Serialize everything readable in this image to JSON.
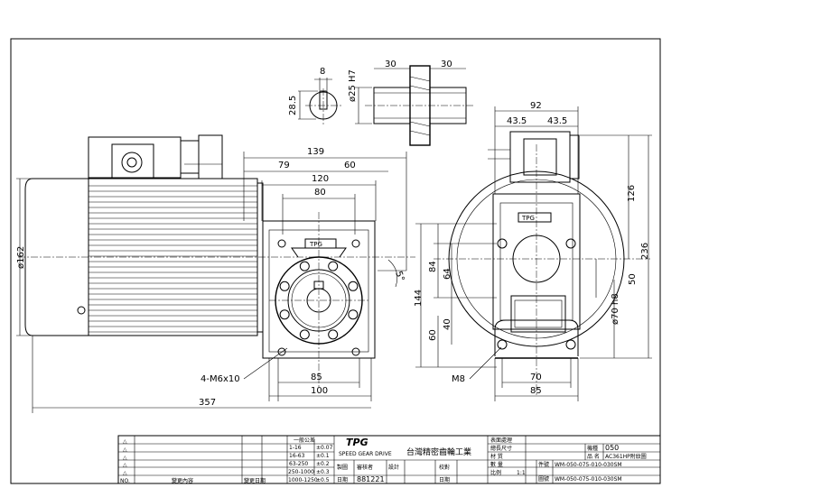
{
  "dimensions": {
    "key_width": "8",
    "key_height": "28.5",
    "bore": "ø25 H7",
    "flange_left": "30",
    "flange_right": "30",
    "overall_139": "139",
    "d79": "79",
    "d60_top": "60",
    "d120": "120",
    "d80": "80",
    "motor_dia": "ø162",
    "angle": "5°",
    "bolt_label": "4-M6x10",
    "d85_front": "85",
    "d100": "100",
    "d357": "357",
    "d144": "144",
    "d84": "84",
    "d64": "64",
    "d40": "40",
    "d60_side": "60",
    "m8": "M8",
    "d92": "92",
    "d43_5_left": "43.5",
    "d43_5_right": "43.5",
    "d126": "126",
    "d236": "236",
    "d50": "50",
    "shaft_dia": "ø70 h8",
    "d70": "70",
    "d85_side": "85"
  },
  "title_block": {
    "brand_cn": "台灣精密齒輪工業",
    "brand_logo": "TPG",
    "tolerance_header": "一般公差",
    "tolerances": [
      [
        "1-16",
        "±0.07"
      ],
      [
        "16-63",
        "±0.1"
      ],
      [
        "63-250",
        "±0.2"
      ],
      [
        "250-1000",
        "±0.3"
      ],
      [
        "1000-1250",
        "±0.5"
      ]
    ],
    "rev_marks": [
      "△",
      "△",
      "△",
      "△",
      "△"
    ],
    "no_label": "NO.",
    "change_content": "變更內容",
    "change_date": "變更日期",
    "drawing_label": "製圖",
    "checker_label": "審核者",
    "design_label": "設計",
    "date_label": "日期",
    "date_value": "881221",
    "proof_label": "校對",
    "surface_label": "表面處理",
    "size_label": "總長尺寸",
    "material_label": "材 質",
    "qty_label": "數 量",
    "model_label": "機種",
    "model_value": "050",
    "part_label": "品 名",
    "part_value": "AC361HP附紋圖",
    "part_no_label": "件號",
    "part_no_value": "WM-050-075-010-030SM",
    "scale_label": "比例",
    "scale_value": "1:1",
    "drawing_no_label": "圖號",
    "drawing_no_value": "WM-050-075-010-030SM",
    "sub_text": "SPEED GEAR DRIVE"
  }
}
